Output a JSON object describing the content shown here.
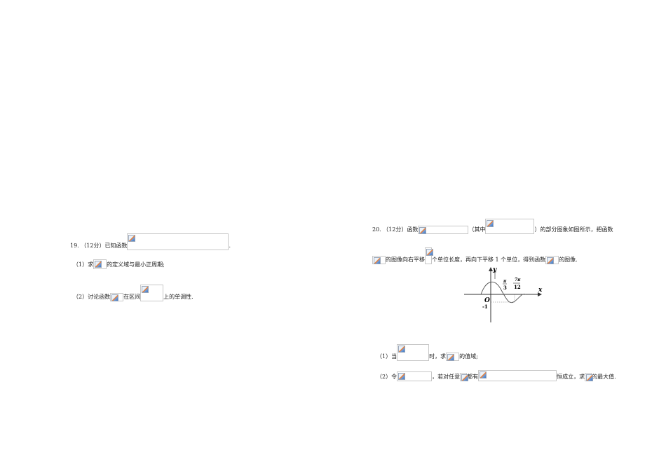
{
  "q19": {
    "lead": "19. （12分）已知函数",
    "end": ".",
    "part1": {
      "a": "（1）求",
      "b": "的定义域与最小正周期;"
    },
    "part2": {
      "a": "（2）讨论函数",
      "b": "在区间",
      "c": "上的单调性."
    }
  },
  "q20": {
    "lead": "20. （12分）函数",
    "mid": "（其中",
    "tail": "）的部分图象如图所示，把函数",
    "line2": {
      "a": "的图像向右平移",
      "b": "个单位长度，再向下平移 1 个单位，得到函数",
      "c": "的图像."
    },
    "graph": {
      "y_axis": "y",
      "x_axis": "x",
      "origin": "O",
      "y_tick": "-1",
      "x_tick1_num": "π",
      "x_tick1_den": "3",
      "x_tick2_num": "7π",
      "x_tick2_den": "12"
    },
    "part1": {
      "a": "（1）当",
      "b": "时，求",
      "c": "的值域;"
    },
    "part2": {
      "a": "（2）令",
      "b": "，若对任意",
      "c": "都有",
      "d": "恒成立，求",
      "e": "的最大值."
    }
  },
  "icons": {
    "broken_image": "broken-image-icon"
  }
}
